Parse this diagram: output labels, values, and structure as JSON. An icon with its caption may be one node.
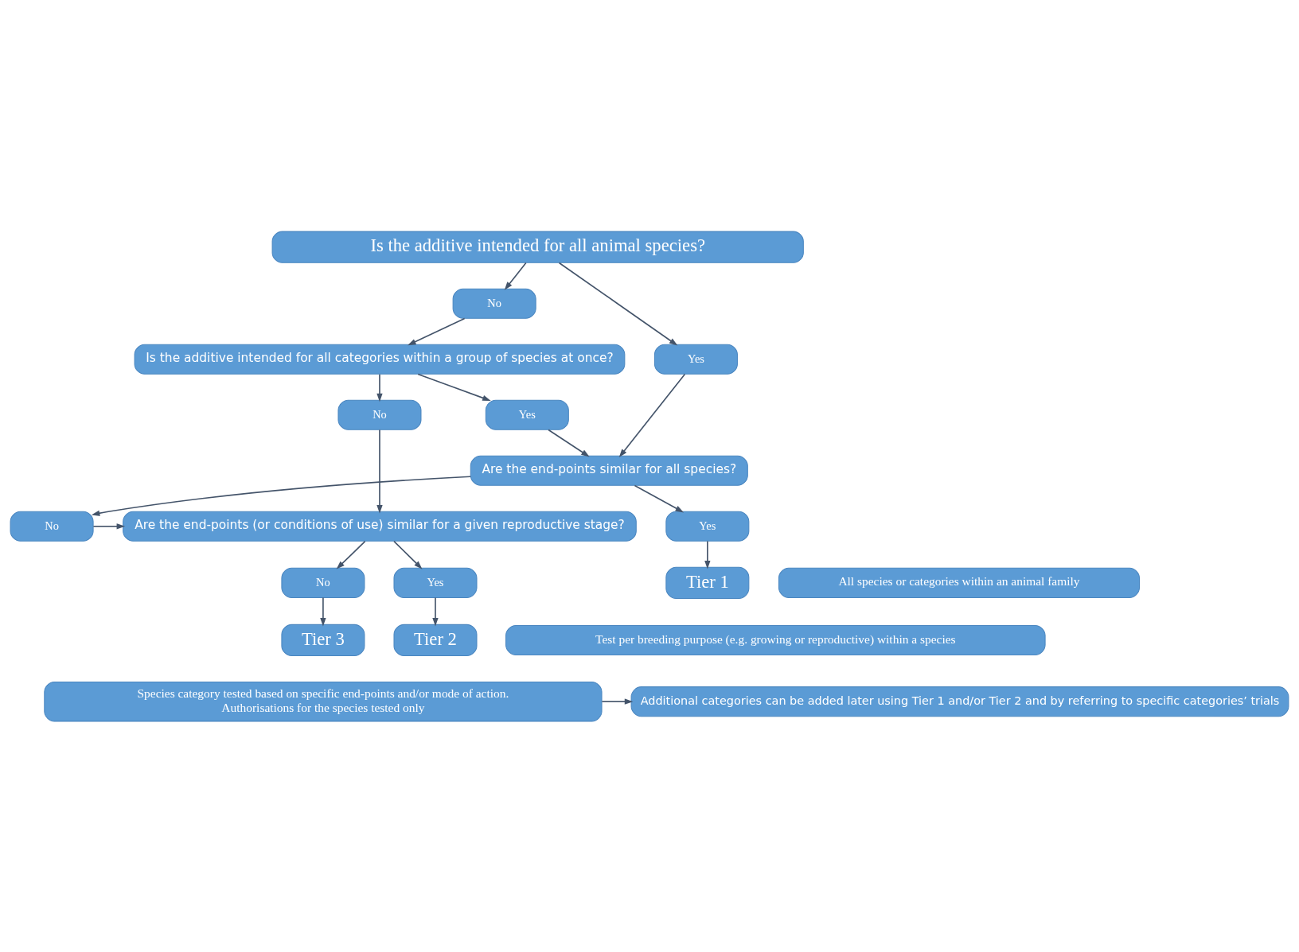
{
  "diagram": {
    "nodes": [
      {
        "text": [
          "Is the additive intended for all animal species?"
        ]
      },
      {
        "text": [
          "No"
        ]
      },
      {
        "text": [
          "Yes"
        ]
      },
      {
        "text": [
          "Is the additive intended for all categories within a group of species at once?"
        ]
      },
      {
        "text": [
          "No"
        ]
      },
      {
        "text": [
          "Yes"
        ]
      },
      {
        "text": [
          "Are the end-points similar for all species?"
        ]
      },
      {
        "text": [
          "No"
        ]
      },
      {
        "text": [
          "Yes"
        ]
      },
      {
        "text": [
          "Are the end-points (or conditions of use) similar for a given reproductive stage?"
        ]
      },
      {
        "text": [
          "No"
        ]
      },
      {
        "text": [
          "Yes"
        ]
      },
      {
        "text": [
          "Tier 3"
        ]
      },
      {
        "text": [
          "Tier 2"
        ]
      },
      {
        "text": [
          "Tier 1"
        ]
      },
      {
        "text": [
          "All species or categories within an animal family"
        ]
      },
      {
        "text": [
          "Test per breeding purpose (e.g. growing or reproductive) within a species"
        ]
      },
      {
        "text": [
          "Species category tested based on specific end-points and/or mode of action.",
          "Authorisations for the species tested only"
        ]
      },
      {
        "text": [
          "Additional categories can be added later using Tier 1 and/or Tier 2 and by referring to specific categories’ trials"
        ]
      }
    ],
    "edges": [
      {
        "from": 0,
        "to": 1,
        "arrow": "to"
      },
      {
        "from": 0,
        "to": 2,
        "arrow": "to"
      },
      {
        "from": 1,
        "to": 3,
        "arrow": "to"
      },
      {
        "from": 2,
        "to": 6,
        "arrow": "to"
      },
      {
        "from": 3,
        "to": 4,
        "arrow": "to"
      },
      {
        "from": 3,
        "to": 5,
        "arrow": "to"
      },
      {
        "from": 5,
        "to": 6,
        "arrow": "to"
      },
      {
        "from": 4,
        "to": 9,
        "arrow": "to"
      },
      {
        "from": 6,
        "to": 7,
        "arrow": "to"
      },
      {
        "from": 6,
        "to": 8,
        "arrow": "to"
      },
      {
        "from": 7,
        "to": 9,
        "arrow": "to"
      },
      {
        "from": 8,
        "to": 14,
        "arrow": "to"
      },
      {
        "from": 9,
        "to": 10,
        "arrow": "to"
      },
      {
        "from": 9,
        "to": 11,
        "arrow": "to"
      },
      {
        "from": 10,
        "to": 12,
        "arrow": "to"
      },
      {
        "from": 11,
        "to": 13,
        "arrow": "to"
      },
      {
        "from": 17,
        "to": 18,
        "arrow": "to"
      }
    ]
  }
}
